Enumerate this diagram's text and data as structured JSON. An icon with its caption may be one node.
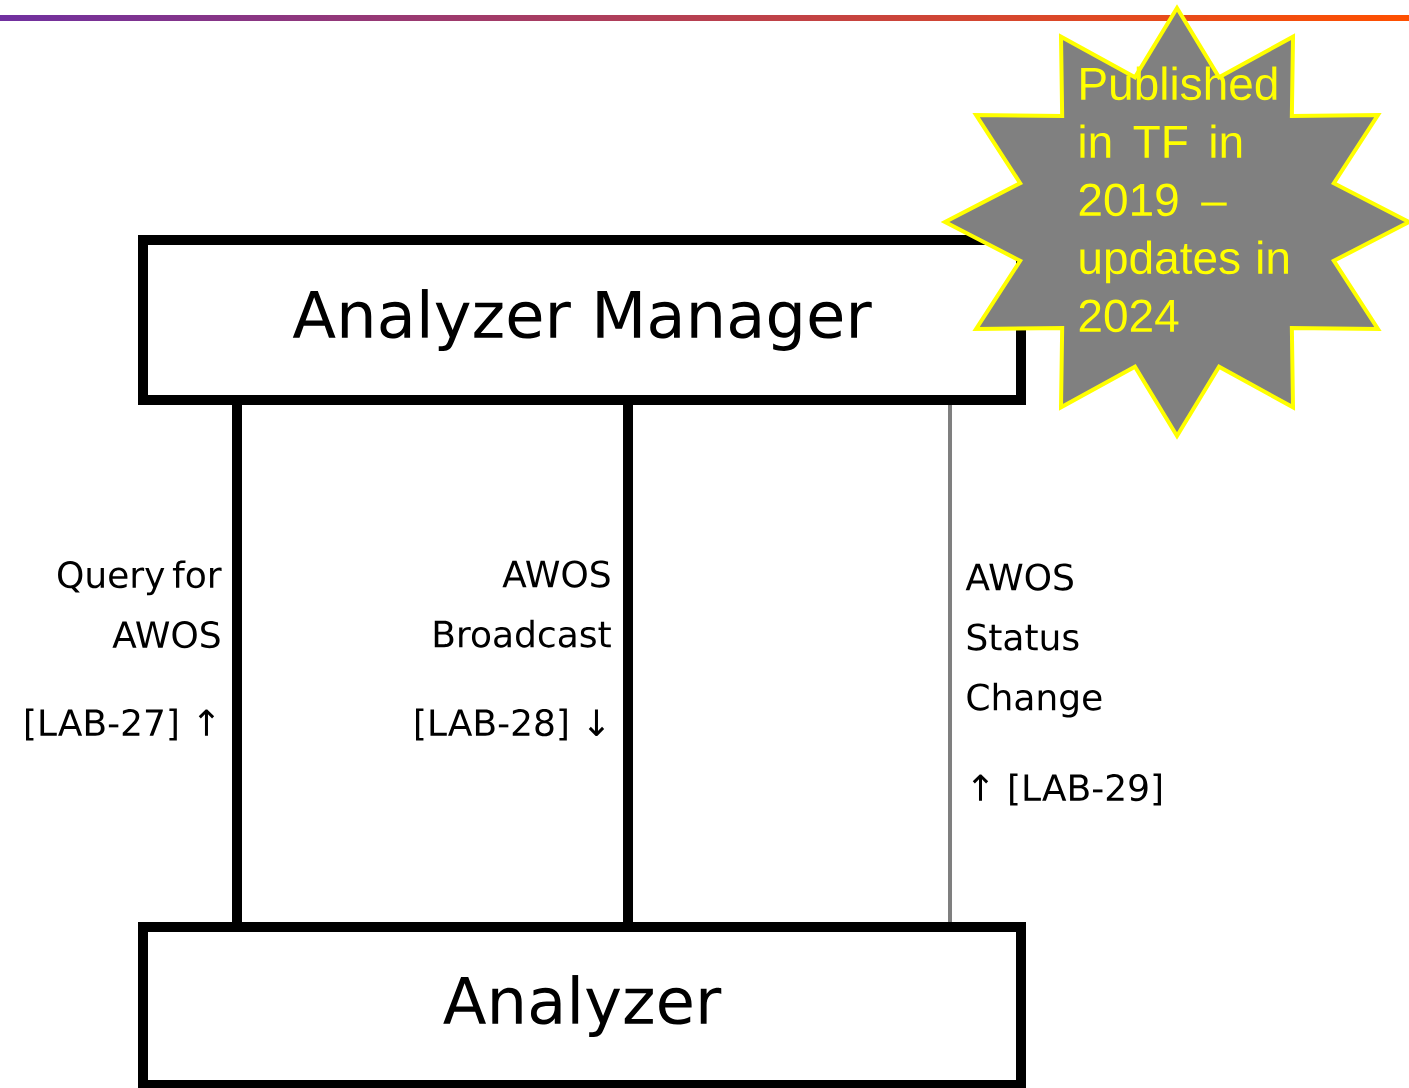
{
  "diagram": {
    "nodes": [
      {
        "text": [
          "Analyzer Manager"
        ]
      },
      {
        "text": [
          "Analyzer"
        ]
      },
      {
        "text": [
          "Published in TF in 2019 – updates in 2024"
        ]
      }
    ],
    "edges": [
      {
        "from": 0,
        "to": 1,
        "arrow": "none",
        "label": "Query for AWOS"
      },
      {
        "from": 0,
        "to": 1,
        "arrow": "none",
        "label": "AWOS Broadcast"
      },
      {
        "from": 0,
        "to": 1,
        "arrow": "none",
        "color": "#7f7f7f",
        "label": "AWOS Status Change"
      }
    ],
    "labels": [
      "[LAB-27] ↑",
      "[LAB-28] ↓",
      "↑ [LAB-29]"
    ]
  }
}
